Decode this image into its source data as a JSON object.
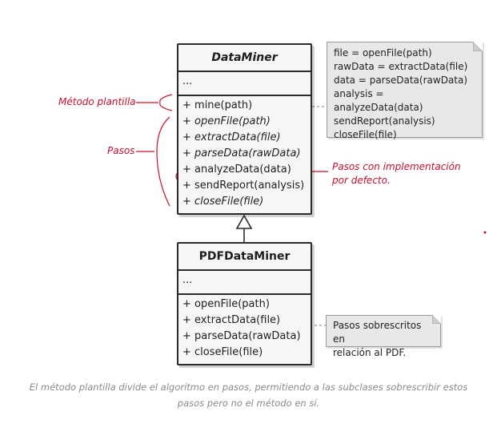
{
  "data_miner": {
    "name": "DataMiner",
    "fields": "...",
    "methods": [
      {
        "text": "+ mine(path)",
        "italic": false
      },
      {
        "text": "+ openFile(path)",
        "italic": true
      },
      {
        "text": "+ extractData(file)",
        "italic": true
      },
      {
        "text": "+ parseData(rawData)",
        "italic": true
      },
      {
        "text": "+ analyzeData(data)",
        "italic": false
      },
      {
        "text": "+ sendReport(analysis)",
        "italic": false
      },
      {
        "text": "+ closeFile(file)",
        "italic": true
      }
    ]
  },
  "pdf_data_miner": {
    "name": "PDFDataMiner",
    "fields": "...",
    "methods": [
      {
        "text": "+ openFile(path)"
      },
      {
        "text": "+ extractData(file)"
      },
      {
        "text": "+ parseData(rawData)"
      },
      {
        "text": "+ closeFile(file)"
      }
    ]
  },
  "note_template": {
    "lines": [
      "file = openFile(path)",
      "rawData = extractData(file)",
      "data = parseData(rawData)",
      "analysis = analyzeData(data)",
      "sendReport(analysis)",
      "closeFile(file)"
    ]
  },
  "note_pdf": {
    "lines": [
      "Pasos sobrescritos en",
      "relación al PDF."
    ]
  },
  "labels": {
    "template_method": "Método plantilla",
    "steps": "Pasos",
    "default_impl_1": "Pasos con implementación",
    "default_impl_2": "por defecto."
  },
  "caption": {
    "line1": "El método plantilla divide el algoritmo en pasos, permitiendo a las subclases sobrescribir estos",
    "line2": "pasos pero no el método en sí."
  },
  "colors": {
    "accent_red": "#c8102e",
    "highlight_fill": "#f7d4d8",
    "box_border": "#2b2b2b",
    "note_fill": "#e8e8e8"
  }
}
